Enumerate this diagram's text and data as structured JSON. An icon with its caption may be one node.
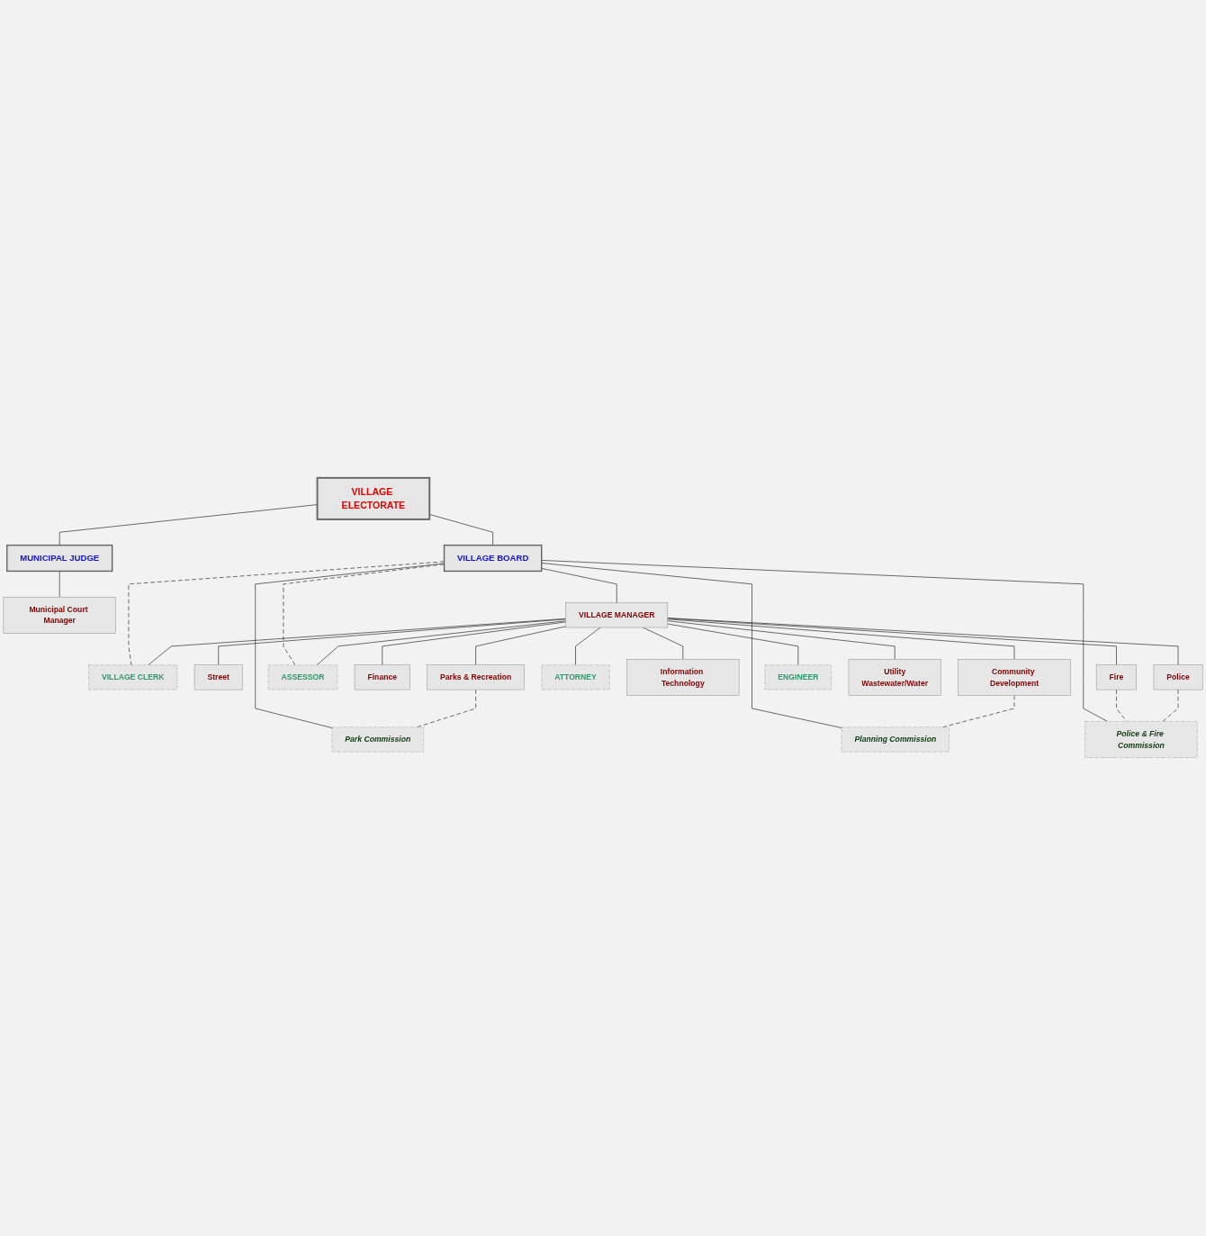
{
  "diagram": {
    "nodes": [
      {
        "text": [
          "VILLAGE ELECTORATE"
        ]
      },
      {
        "text": [
          "VILLAGE BOARD"
        ]
      },
      {
        "text": [
          "MUNICIPAL JUDGE"
        ]
      },
      {
        "text": [
          "Municipal Court Manager"
        ]
      },
      {
        "text": [
          "VILLAGE MANAGER"
        ]
      },
      {
        "text": [
          "VILLAGE CLERK"
        ]
      },
      {
        "text": [
          "Street"
        ]
      },
      {
        "text": [
          "Parks & Recreation"
        ]
      },
      {
        "text": [
          "Park Commission"
        ]
      },
      {
        "text": [
          "ASSESSOR"
        ]
      },
      {
        "text": [
          "Finance"
        ]
      },
      {
        "text": [
          "Community Development"
        ]
      },
      {
        "text": [
          "Planning Commission"
        ]
      },
      {
        "text": [
          "ATTORNEY"
        ]
      },
      {
        "text": [
          "Information Technology"
        ]
      },
      {
        "text": [
          "Fire"
        ]
      },
      {
        "text": [
          "Police & Fire Commission"
        ]
      },
      {
        "text": [
          "ENGINEER"
        ]
      },
      {
        "text": [
          "Utility",
          "Wastewater/Water"
        ]
      },
      {
        "text": [
          "Police"
        ]
      }
    ],
    "edges": [
      {
        "from": 0,
        "to": 1,
        "arrow": "none"
      },
      {
        "from": 0,
        "to": 2,
        "arrow": "none"
      },
      {
        "from": 2,
        "to": 3,
        "arrow": "none"
      },
      {
        "from": 1,
        "to": 4,
        "arrow": "none"
      },
      {
        "from": 1,
        "to": 8,
        "arrow": "none"
      },
      {
        "from": 1,
        "to": 12,
        "arrow": "none"
      },
      {
        "from": 1,
        "to": 16,
        "arrow": "none"
      },
      {
        "from": 1,
        "to": 5,
        "arrow": "none",
        "style": "dashed"
      },
      {
        "from": 1,
        "to": 9,
        "arrow": "none",
        "style": "dashed"
      },
      {
        "from": 4,
        "to": 5,
        "arrow": "none"
      },
      {
        "from": 4,
        "to": 9,
        "arrow": "none"
      },
      {
        "from": 4,
        "to": 13,
        "arrow": "none"
      },
      {
        "from": 4,
        "to": 17,
        "arrow": "none"
      },
      {
        "from": 4,
        "to": 6,
        "arrow": "none"
      },
      {
        "from": 4,
        "to": 7,
        "arrow": "none"
      },
      {
        "from": 4,
        "to": 10,
        "arrow": "none"
      },
      {
        "from": 4,
        "to": 11,
        "arrow": "none"
      },
      {
        "from": 4,
        "to": 14,
        "arrow": "none"
      },
      {
        "from": 4,
        "to": 15,
        "arrow": "none"
      },
      {
        "from": 4,
        "to": 18,
        "arrow": "none"
      },
      {
        "from": 4,
        "to": 19,
        "arrow": "none"
      },
      {
        "from": 7,
        "to": 8,
        "arrow": "none",
        "style": "dashed"
      },
      {
        "from": 11,
        "to": 12,
        "arrow": "none",
        "style": "dashed"
      },
      {
        "from": 15,
        "to": 16,
        "arrow": "none",
        "style": "dashed"
      },
      {
        "from": 19,
        "to": 16,
        "arrow": "none",
        "style": "dashed"
      }
    ]
  }
}
